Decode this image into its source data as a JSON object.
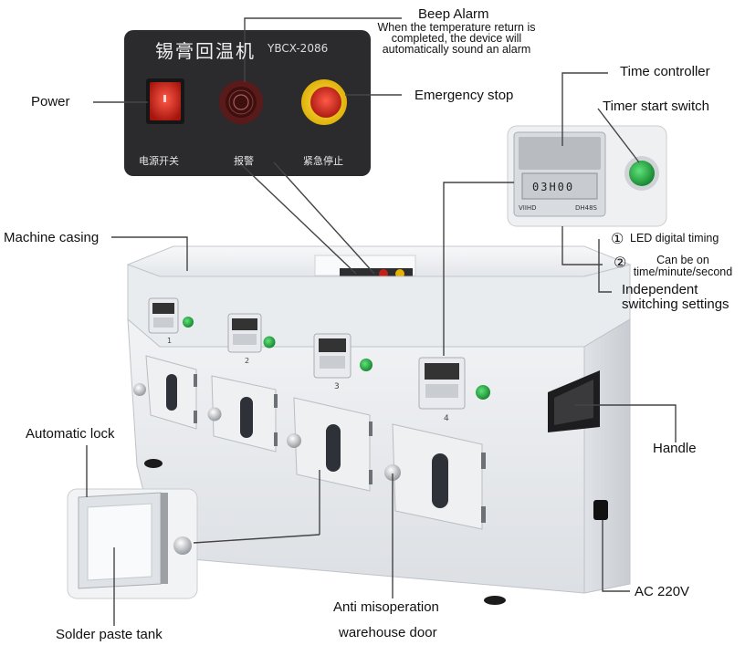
{
  "panel": {
    "title": "锡膏回温机",
    "model": "YBCX-2086",
    "power_caption": "电源开关",
    "alarm_caption": "报警",
    "stop_caption": "紧急停止"
  },
  "timer_face": {
    "brand": "VIIHD",
    "model": "DH48S",
    "digits": "03H00"
  },
  "chamber_numbers": [
    "1",
    "2",
    "3",
    "4"
  ],
  "labels": {
    "beep_alarm": "Beep Alarm",
    "beep_alarm_desc": [
      "When the temperature return is",
      "completed, the device will",
      "automatically sound an alarm"
    ],
    "power": "Power",
    "emergency_stop": "Emergency stop",
    "time_controller": "Time controller",
    "timer_start_switch": "Timer start switch",
    "led_timing_num": "①",
    "led_timing": "LED digital timing",
    "unit_num": "②",
    "unit_text": [
      "Can be on",
      "time/minute/second"
    ],
    "independent": [
      "Independent",
      "switching settings"
    ],
    "machine_casing": "Machine casing",
    "automatic_lock": "Automatic lock",
    "handle": "Handle",
    "ac": "AC 220V",
    "solder_paste_tank": "Solder paste tank",
    "anti_misoperation": "Anti misoperation",
    "warehouse_door": "warehouse door"
  },
  "colors": {
    "panel_bg": "#2b2b2d",
    "casing": "#eceff2",
    "power_red": "#d42a1f",
    "stop_yellow": "#f2c400",
    "switch_green": "#1fa83a"
  }
}
